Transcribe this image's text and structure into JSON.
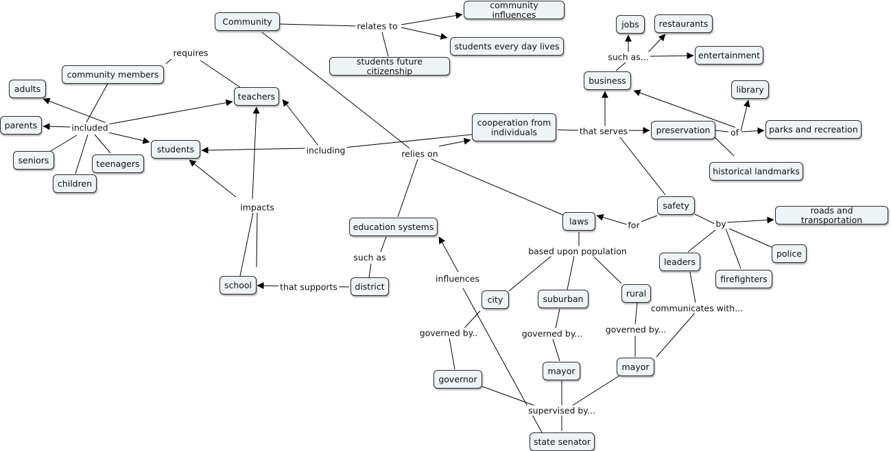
{
  "concepts": {
    "community": "Community",
    "community_influences": "community influences",
    "students_every_day_lives": "students every day lives",
    "students_future_citizenship": "students future citizenship",
    "jobs": "jobs",
    "restaurants": "restaurants",
    "entertainment": "entertainment",
    "business": "business",
    "library": "library",
    "community_members": "community members",
    "adults": "adults",
    "teachers": "teachers",
    "parents": "parents",
    "seniors": "seniors",
    "teenagers": "teenagers",
    "children": "children",
    "students": "students",
    "cooperation": "cooperation from\nindividuals",
    "preservation": "preservation",
    "parks_recreation": "parks and recreation",
    "historical_landmarks": "historical landmarks",
    "safety": "safety",
    "laws": "laws",
    "roads_transportation": "roads and transportation",
    "education_systems": "education systems",
    "police": "police",
    "leaders": "leaders",
    "firefighters": "firefighters",
    "school": "school",
    "district": "district",
    "city": "city",
    "suburban": "suburban",
    "rural": "rural",
    "governor": "governor",
    "mayor_suburban": "mayor",
    "mayor_rural": "mayor",
    "state_senator": "state senator"
  },
  "links": {
    "relates_to": "relates to",
    "requires": "requires",
    "such_as_business": "such as...",
    "included": "included",
    "including": "including",
    "relies_on": "relies on",
    "that_serves": "that serves",
    "of": "of",
    "impacts": "impacts",
    "for": "for",
    "by": "by",
    "based_upon_population": "based upon population",
    "such_as_district": "such as",
    "influences": "influences",
    "communicates_with": "communicates with...",
    "that_supports": "that supports",
    "governed_by_city": "governed by..",
    "governed_by_suburban": "governed by...",
    "governed_by_rural": "governed by...",
    "supervised_by": "supervised by..."
  }
}
